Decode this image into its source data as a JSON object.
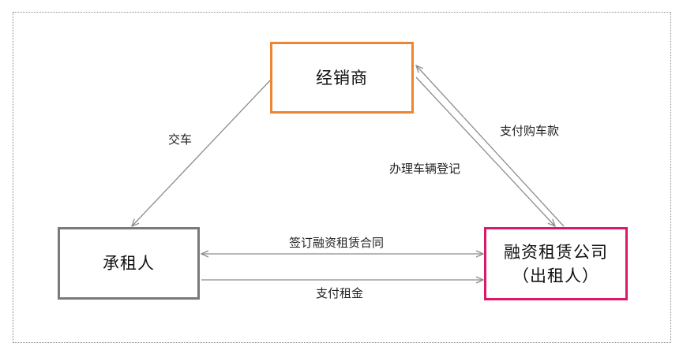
{
  "nodes": {
    "dealer": {
      "label": "经销商",
      "border_color": "#ee8530"
    },
    "lessee": {
      "label": "承租人",
      "border_color": "#7a7a7a"
    },
    "lessor": {
      "label_line1": "融资租赁公司",
      "label_line2": "（出租人）",
      "border_color": "#d81a6a"
    }
  },
  "edges": {
    "deliver_car": "交车",
    "pay_car": "支付购车款",
    "register": "办理车辆登记",
    "sign_contract": "签订融资租赁合同",
    "pay_rent": "支付租金"
  },
  "colors": {
    "arrow": "#8c8c8c"
  }
}
